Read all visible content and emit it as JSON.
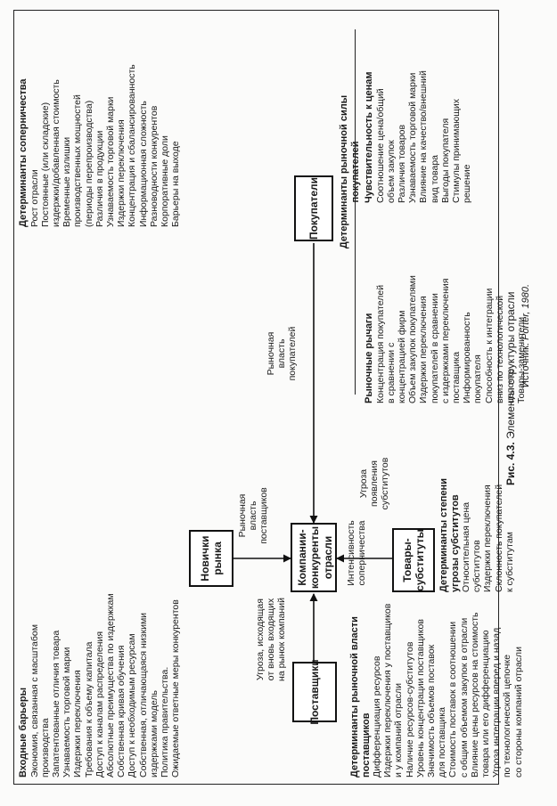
{
  "entry_barriers": {
    "title": "Входные барьеры",
    "items": [
      "Экономия, связанная с масштабом производства",
      "Запатентованные отличия товара",
      "Узнаваемость торговой марки",
      "Издержки переключения",
      "Требования к объему капитала",
      "Доступ к каналам распределения",
      "Абсолютные преимущества по издержкам",
      "Собственная кривая обучения",
      "Доступ к необходимым ресурсам",
      "Собственная, отличающаяся низкими",
      "издержками модель",
      "Политика правительства.",
      "Ожидаемые ответные меры конкурентов"
    ]
  },
  "rivalry": {
    "title": "Детерминанты соперничества",
    "items": [
      "Рост отрасли",
      "Постоянные (или складские)",
      "издержки/добавленная стоимость",
      "Временные излишки",
      "производственных мощностей",
      "(периоды перепроизводства)",
      "Различия в продукции",
      "Узнаваемость торговой марки",
      "Издержки переключения",
      "Концентрация и сбалансированность",
      "Информационная сложность",
      "Разноводности конкурентов",
      "Корпоративные доли",
      "Барьеры на выходе"
    ]
  },
  "boxes": {
    "new_entrants": "Новички рынка",
    "buyers": "Покупатели",
    "competitors": "Компании-конкуренты отрасли",
    "suppliers": "Поставщики",
    "substitutes": "Товары-субституты"
  },
  "arrow_labels": {
    "supplier_power": "Рыночная власть поставщиков",
    "buyer_power": "Рыночная власть покупателей",
    "entry_threat": "Угроза, исходящая от вновь входящих на рынок компаний",
    "substitute_threat": "Угроза появления субститутов",
    "rivalry_intensity": "Интенсивность соперничества"
  },
  "supplier_power": {
    "title": "Детерминанты рыночной власти поставщиков",
    "items": [
      "Дифференциация ресурсов",
      "Издержки переключения у поставщиков",
      "и у компаний отрасли",
      "Наличие ресурсов-субститутов",
      "Уровень концентрации поставщиков",
      "Значимость объемов поставок",
      "для поставщика",
      "Стоимость поставок в соотношении",
      "с общим объемом закупок в отрасли",
      "Влияние цены ресурсов на стоимость",
      "товара или его дифференциацию",
      "Угроза интеграции вперед и назад",
      "по технологической цепочке",
      "со стороны компаний отрасли"
    ]
  },
  "substitute_threat": {
    "title": "Детерминанты степени угрозы субститутов",
    "items": [
      "Относительная цена",
      "субститутов",
      "Издержки переключения",
      "Склонность покупателей",
      "к субститутам"
    ]
  },
  "buyer_power": {
    "title": "Детерминанты рыночной силы покупателей",
    "leverage": {
      "title": "Рыночные рычаги",
      "items": [
        "Концентрация покупателей",
        "в сравнении с",
        "концентрацией фирм",
        "Объем закупок покупателями",
        "Издержки переключения",
        "покупателей в сравнении",
        "с издержками переключения",
        "поставщика",
        "Информированность",
        "покупателя",
        "Способность к интеграции",
        "вниз по технологической",
        "цепочке",
        "Товары-заменители"
      ]
    },
    "price_sensitivity": {
      "title": "Чувствительность к ценам",
      "items": [
        "Соотношение цена/общий",
        "объем закупок",
        "Различия товаров",
        "Узнаваемость торговой марки",
        "Влияние на качество/внешний",
        "вид товара",
        "Выгоды покупателя",
        "Стимулы принимающих",
        "решение"
      ]
    }
  },
  "caption": {
    "label": "Рис. 4.3.",
    "text": "Элементы структуры отрасли",
    "source_label": "Источник:",
    "source_text": "Porter, 1980."
  }
}
